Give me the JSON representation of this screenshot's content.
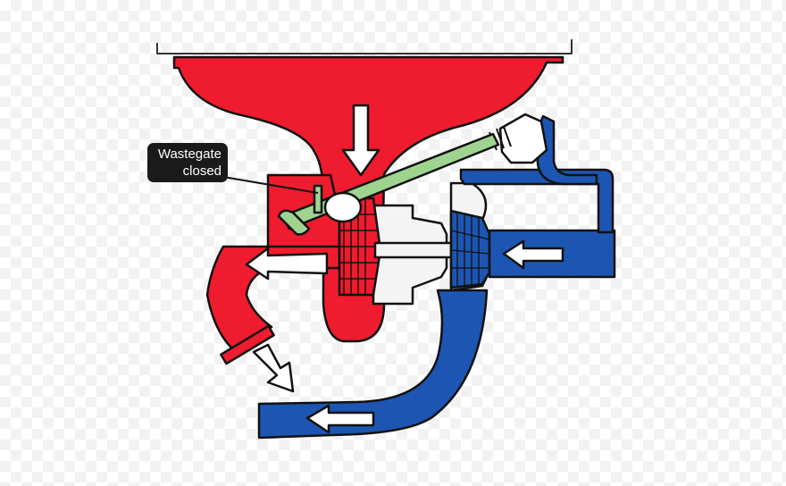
{
  "callout": {
    "line1": "Wastegate",
    "line2": "closed"
  },
  "colors": {
    "exhaust": "#ee1c2e",
    "intake": "#1d56b2",
    "linkage": "#9ed48f",
    "housing": "#f4f4f4",
    "outline": "#111111"
  },
  "icons": [
    "down-arrow",
    "left-arrow",
    "down-right-arrow"
  ]
}
